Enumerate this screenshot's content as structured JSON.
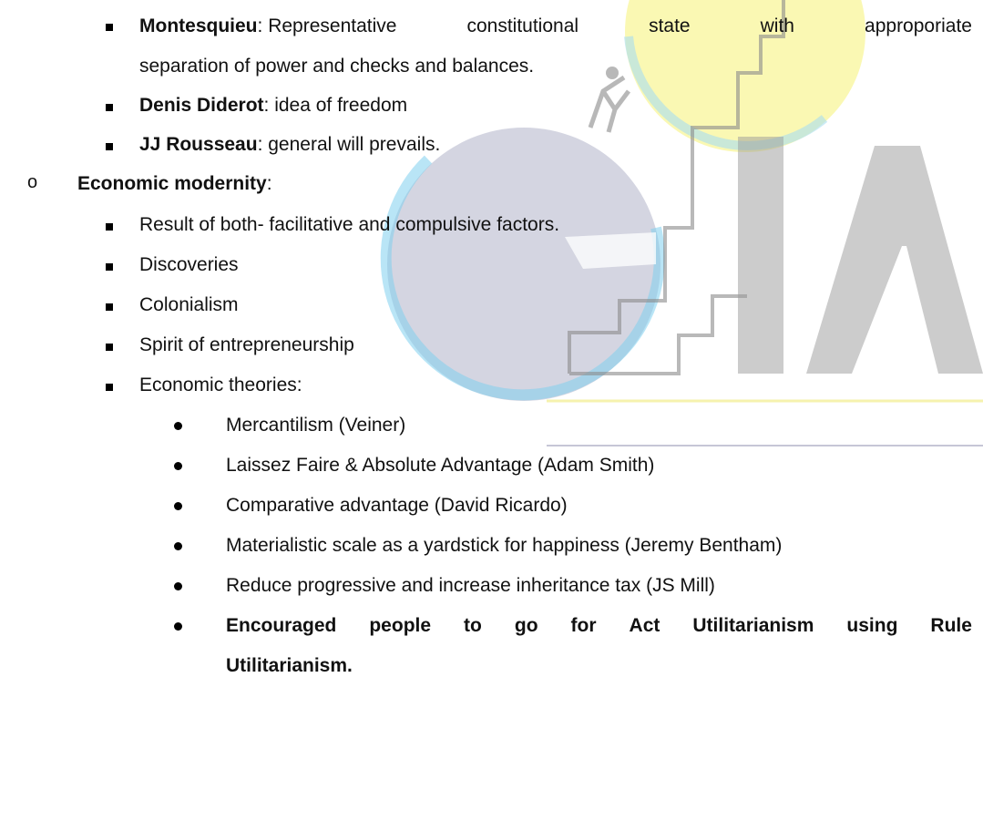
{
  "political": [
    {
      "name": "Montesquieu",
      "sep": ":",
      "words": [
        "Representative",
        "constitutional",
        "state",
        "with",
        "approporiate"
      ],
      "continuation": "separation of power and checks and balances."
    },
    {
      "name": "Denis Diderot",
      "text": ": idea of freedom"
    },
    {
      "name": "JJ Rousseau",
      "text": ": general will prevails."
    }
  ],
  "economic": {
    "bullet": "o",
    "heading": "Economic modernity",
    "heading_suffix": ":",
    "items": [
      "Result of both- facilitative and compulsive factors.",
      "Discoveries",
      "Colonialism",
      "Spirit of entrepreneurship",
      "Economic theories:"
    ],
    "theories": [
      "Mercantilism (Veiner)",
      "Laissez Faire & Absolute Advantage (Adam Smith)",
      "Comparative advantage (David Ricardo)",
      "Materialistic scale as a yardstick for happiness (Jeremy Bentham)",
      "Reduce progressive and increase inheritance tax (JS Mill)"
    ],
    "last_theory_words": [
      "Encouraged",
      "people",
      "to",
      "go",
      "for",
      "Act",
      "Utilitarianism",
      "using",
      "Rule"
    ],
    "last_theory_continuation": "Utilitarianism."
  },
  "watermark": {
    "logo_text": "GIA",
    "colors": {
      "sun": "#f7f58a",
      "sun_ring": "#a8ddf0",
      "moon": "#c9cad9",
      "ring": "#7fd0ee",
      "letters": "#9a9a9a",
      "stairs": "#8a8a8a"
    }
  }
}
